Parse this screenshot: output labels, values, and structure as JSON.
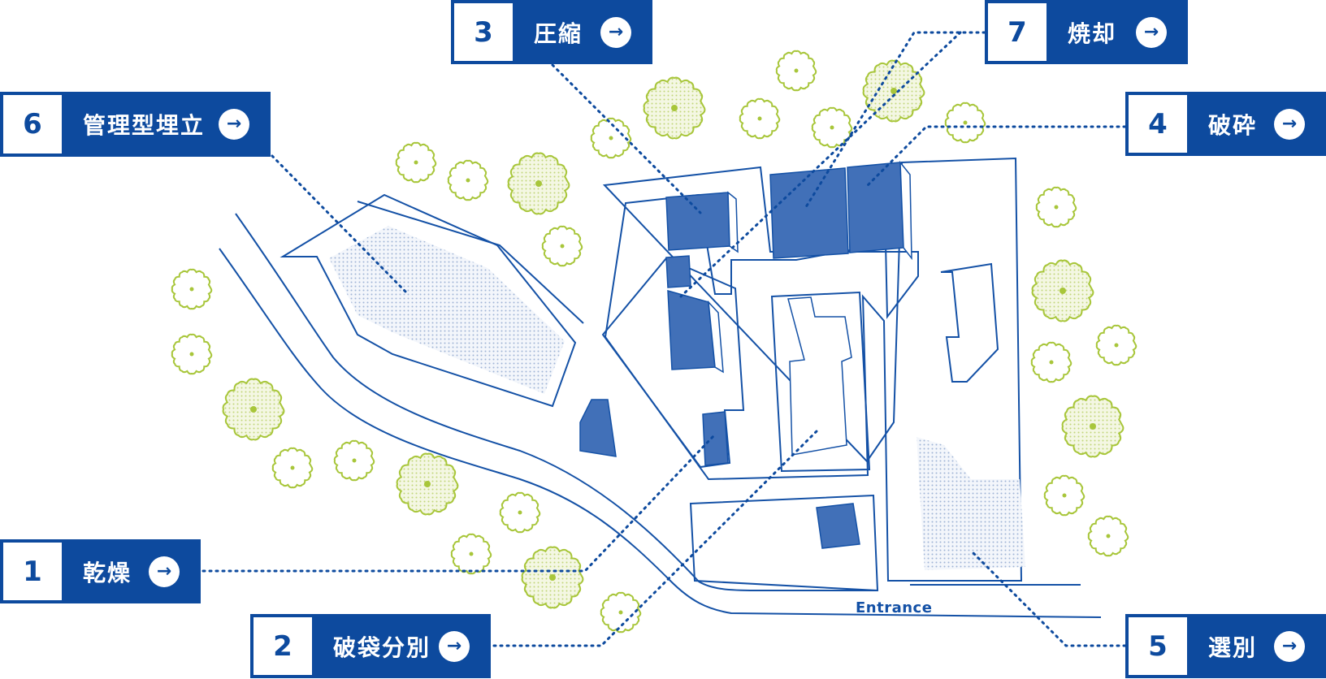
{
  "diagram": {
    "entrance_label": "Entrance",
    "colors": {
      "primary": "#0d4a9e",
      "line": "#1451a6",
      "building": "#4170b8",
      "tree": "#a8c63a",
      "tree_fill": "#e3ebb8",
      "dotted_area": "#c5d3e8"
    },
    "labels": [
      {
        "id": "1",
        "num": "1",
        "text": "乾燥",
        "icon": "arrow-right-icon"
      },
      {
        "id": "2",
        "num": "2",
        "text": "破袋分別",
        "icon": "arrow-right-icon"
      },
      {
        "id": "3",
        "num": "3",
        "text": "圧縮",
        "icon": "arrow-right-icon"
      },
      {
        "id": "4",
        "num": "4",
        "text": "破砕",
        "icon": "arrow-right-icon"
      },
      {
        "id": "5",
        "num": "5",
        "text": "選別",
        "icon": "arrow-right-icon"
      },
      {
        "id": "6",
        "num": "6",
        "text": "管理型埋立",
        "icon": "arrow-right-icon"
      },
      {
        "id": "7",
        "num": "7",
        "text": "焼却",
        "icon": "arrow-right-icon"
      }
    ]
  }
}
